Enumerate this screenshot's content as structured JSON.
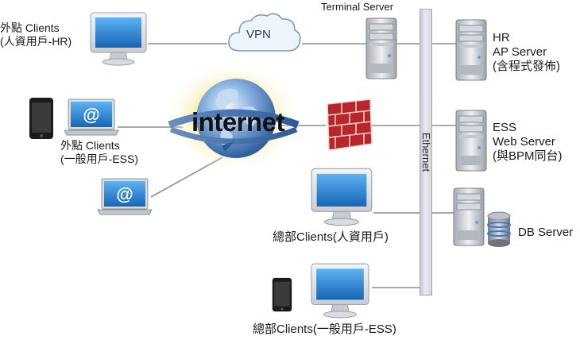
{
  "labels": {
    "terminal_server": "Terminal Server",
    "vpn": "VPN",
    "internet": "internet",
    "ethernet": "Ethernet",
    "remote_hr": [
      "外點 Clients",
      "(人資用戶-HR)"
    ],
    "remote_ess": [
      "外點 Clients",
      "(一般用戶-ESS)"
    ],
    "hq_hr": "總部Clients(人資用戶)",
    "hq_ess": "總部Clients(一般用戶-ESS)",
    "hr_server": [
      "HR",
      "AP Server",
      "(含程式發佈)"
    ],
    "ess_server": [
      "ESS",
      "Web Server",
      "(與BPM同台)"
    ],
    "db_server": "DB Server"
  },
  "icons": {
    "monitor": "monitor-icon",
    "laptop": "laptop-icon",
    "phone": "smartphone-icon",
    "server": "server-tower-icon",
    "database": "database-icon",
    "firewall": "firewall-icon",
    "cloud": "cloud-icon",
    "globe": "globe-icon"
  },
  "colors": {
    "wire": "#8e8e8e",
    "screen": "#1f7fcf",
    "firewall": "#b9262a",
    "globe": "#4f86c6",
    "bus": "#d9d5e0",
    "glow": "#f7e27a"
  }
}
